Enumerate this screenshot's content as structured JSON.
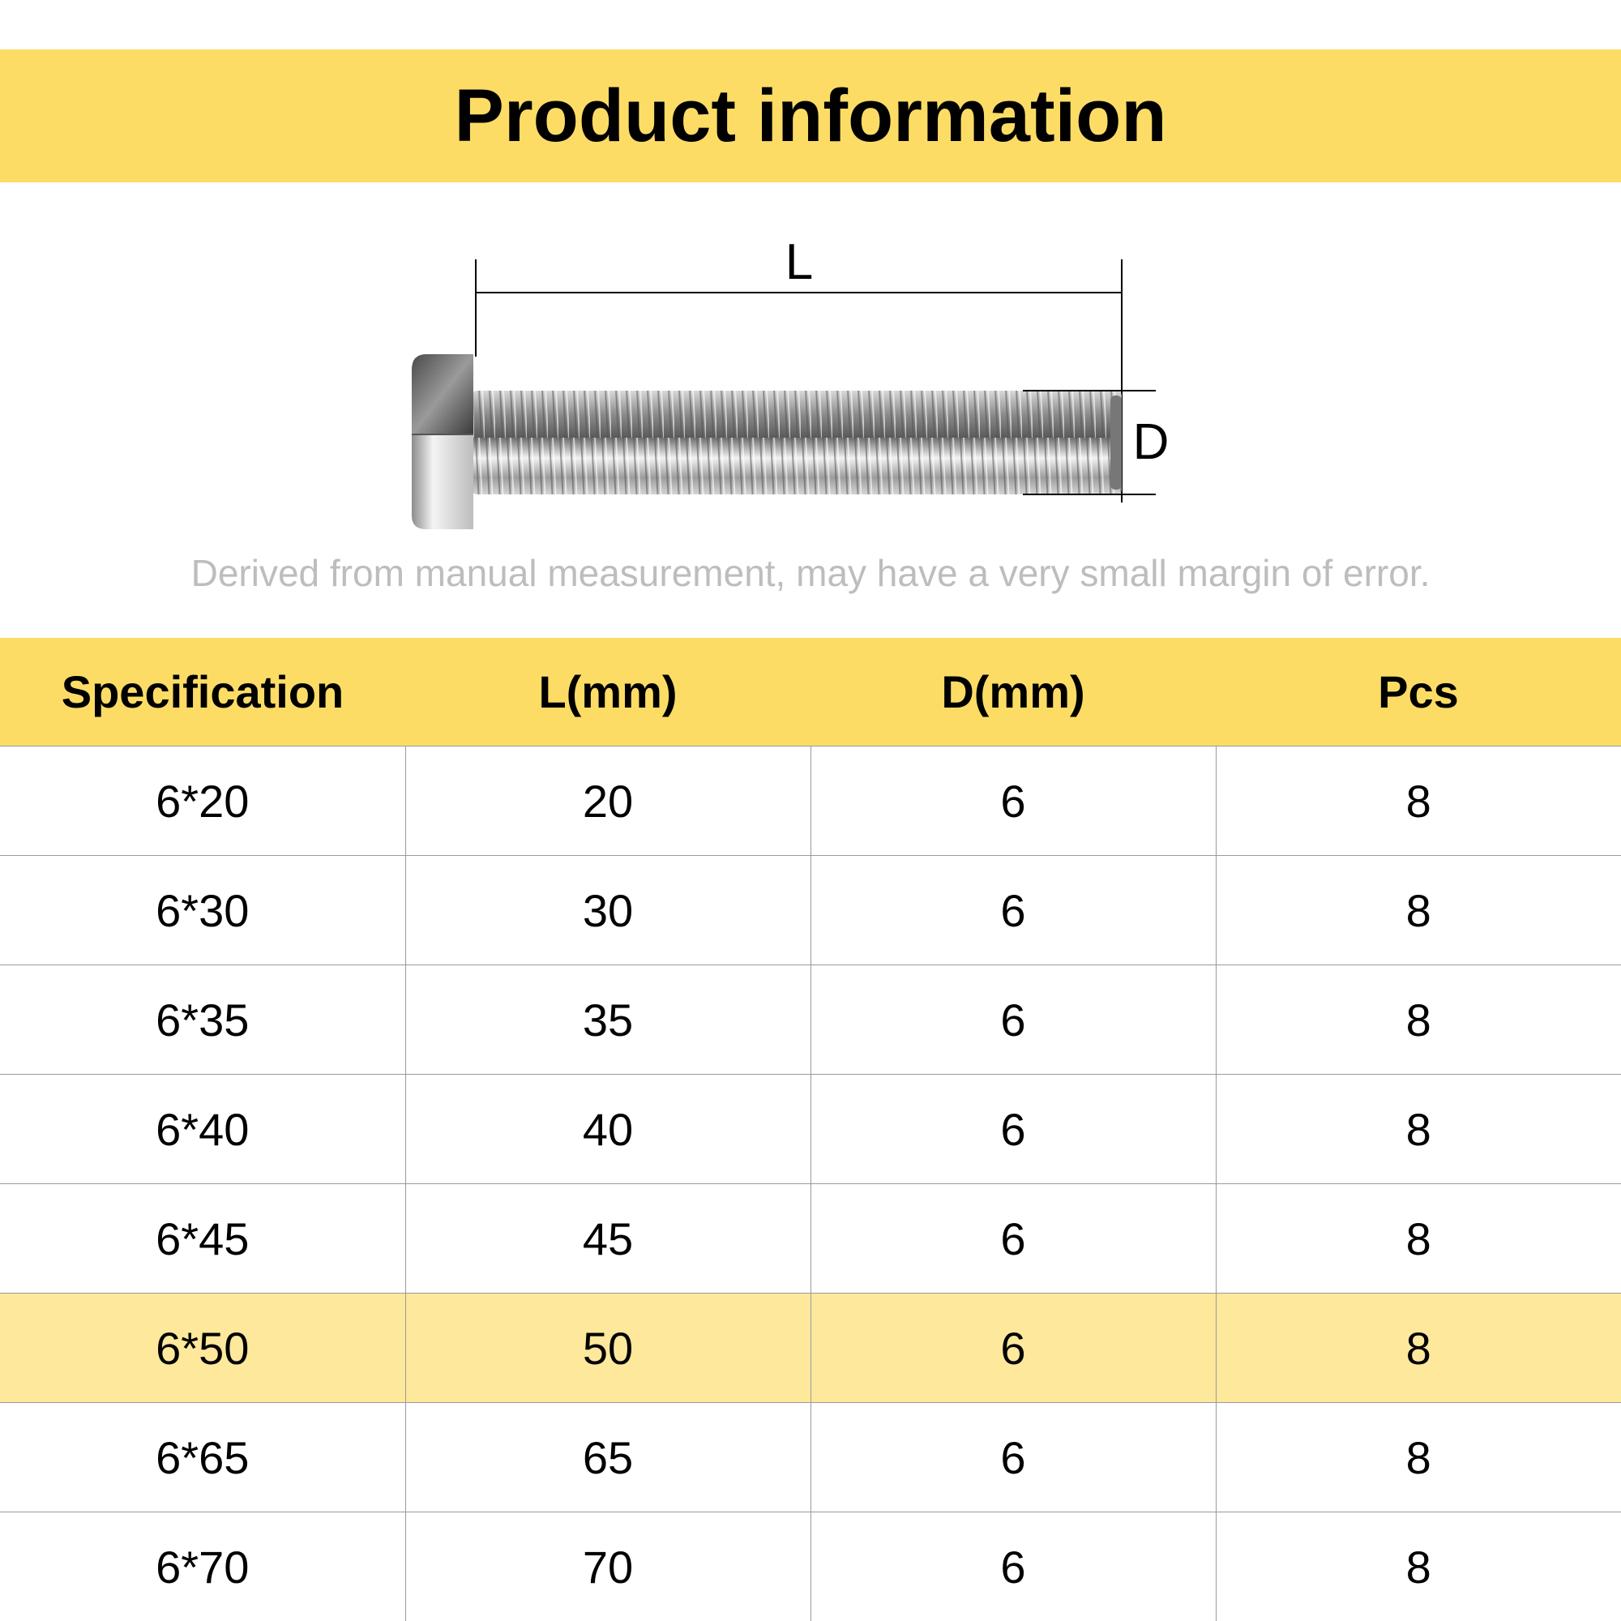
{
  "colors": {
    "accent": "#fddc66",
    "highlight_row": "#fde89b",
    "grid_line": "#9a9a9a",
    "note_text": "#bdbdbd"
  },
  "header": {
    "title": "Product information"
  },
  "diagram": {
    "length_label": "L",
    "diameter_label": "D",
    "note": "Derived from manual measurement, may have a very small margin of error."
  },
  "table": {
    "columns": [
      "Specification",
      "L(mm)",
      "D(mm)",
      "Pcs"
    ],
    "rows": [
      {
        "spec": "6*20",
        "l": "20",
        "d": "6",
        "pcs": "8",
        "highlight": false
      },
      {
        "spec": "6*30",
        "l": "30",
        "d": "6",
        "pcs": "8",
        "highlight": false
      },
      {
        "spec": "6*35",
        "l": "35",
        "d": "6",
        "pcs": "8",
        "highlight": false
      },
      {
        "spec": "6*40",
        "l": "40",
        "d": "6",
        "pcs": "8",
        "highlight": false
      },
      {
        "spec": "6*45",
        "l": "45",
        "d": "6",
        "pcs": "8",
        "highlight": false
      },
      {
        "spec": "6*50",
        "l": "50",
        "d": "6",
        "pcs": "8",
        "highlight": true
      },
      {
        "spec": "6*65",
        "l": "65",
        "d": "6",
        "pcs": "8",
        "highlight": false
      },
      {
        "spec": "6*70",
        "l": "70",
        "d": "6",
        "pcs": "8",
        "highlight": false
      }
    ]
  }
}
